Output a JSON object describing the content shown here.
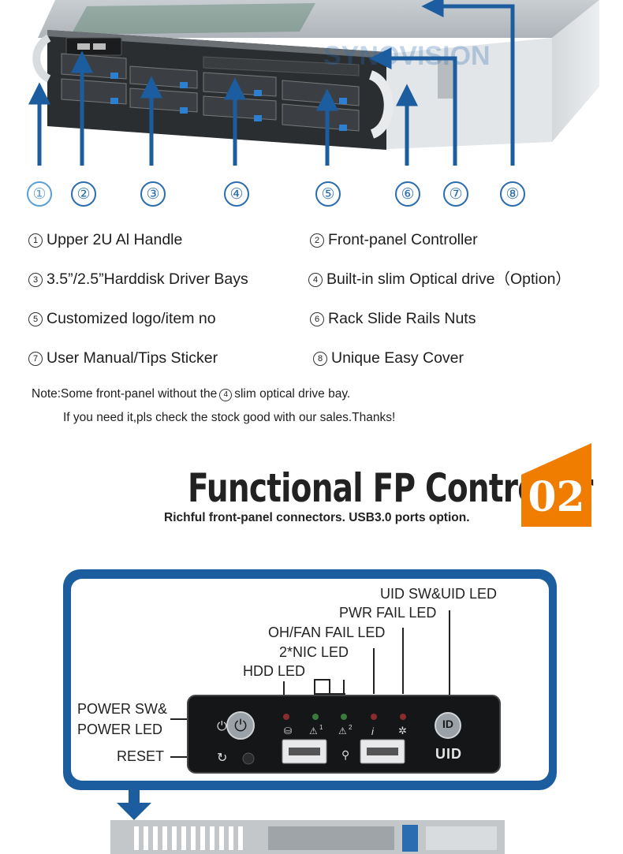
{
  "brand": {
    "watermark": "VISION",
    "watermark_full": "SYNOVISION"
  },
  "callouts": [
    {
      "num": "①",
      "light": true
    },
    {
      "num": "②",
      "light": false
    },
    {
      "num": "③",
      "light": false
    },
    {
      "num": "④",
      "light": false
    },
    {
      "num": "⑤",
      "light": false
    },
    {
      "num": "⑥",
      "light": false
    },
    {
      "num": "⑦",
      "light": false
    },
    {
      "num": "⑧",
      "light": false
    }
  ],
  "legend": {
    "item1": {
      "num": "1",
      "text": "Upper 2U Al Handle"
    },
    "item2": {
      "num": "2",
      "text": "Front-panel Controller"
    },
    "item3": {
      "num": "3",
      "text": "3.5”/2.5”Harddisk Driver Bays"
    },
    "item4": {
      "num": "4",
      "text": "Built-in slim Optical drive（Option）"
    },
    "item5": {
      "num": "5",
      "text": "Customized logo/item no"
    },
    "item6": {
      "num": "6",
      "text": "Rack Slide Rails Nuts"
    },
    "item7": {
      "num": "7",
      "text": "User Manual/Tips Sticker"
    },
    "item8": {
      "num": "8",
      "text": "Unique Easy Cover"
    }
  },
  "note": {
    "line1_before": "Note:Some front-panel without the",
    "line1_num": "4",
    "line1_after": "slim optical drive bay.",
    "line2": "If you need it,pls check the stock good with our sales.Thanks!"
  },
  "section": {
    "title": "Functional FP Controller",
    "number": "02",
    "subtitle": "Richful front-panel connectors. USB3.0 ports option.",
    "badge_color": "#f07d00"
  },
  "controller": {
    "labels": {
      "uid": "UID SW&UID LED",
      "pwr_fail": "PWR FAIL LED",
      "oh_fan": "OH/FAN FAIL LED",
      "nic": "2*NIC LED",
      "hdd": "HDD LED",
      "power_sw": "POWER SW&",
      "power_led": "POWER LED",
      "reset": "RESET"
    },
    "panel_text": {
      "uid_button": "ID",
      "uid_label": "UID",
      "nic1": "1",
      "nic2": "2",
      "info": "i"
    },
    "frame_color": "#1b5d9f"
  }
}
